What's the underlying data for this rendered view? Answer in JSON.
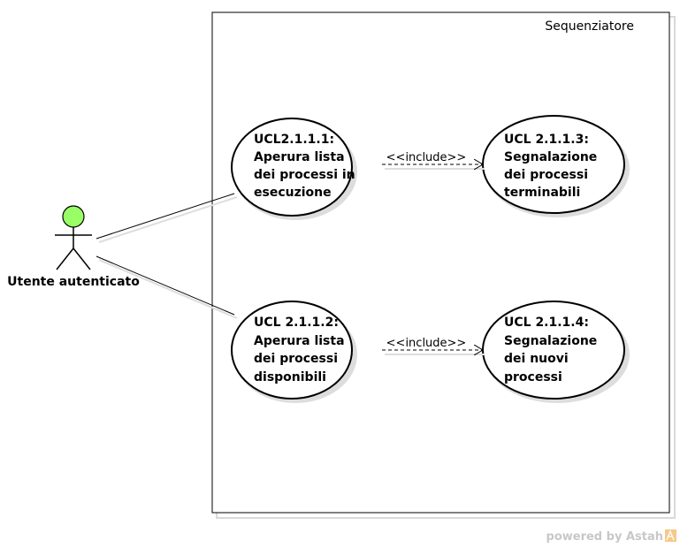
{
  "system": {
    "name": "Sequenziatore"
  },
  "actor": {
    "name": "Utente autenticato",
    "head_color": "#99ff66"
  },
  "use_cases": [
    {
      "id": "uc1",
      "lines": [
        "UCL2.1.1.1:",
        "Aperura lista",
        "dei processi in",
        "esecuzione"
      ]
    },
    {
      "id": "uc2",
      "lines": [
        "UCL 2.1.1.2:",
        "Aperura lista",
        "dei processi",
        "disponibili"
      ]
    },
    {
      "id": "uc3",
      "lines": [
        "UCL 2.1.1.3:",
        "Segnalazione",
        "dei processi",
        "terminabili"
      ]
    },
    {
      "id": "uc4",
      "lines": [
        "UCL 2.1.1.4:",
        "Segnalazione",
        "dei nuovi",
        "processi"
      ]
    }
  ],
  "relations": [
    {
      "label": "<<include>>"
    },
    {
      "label": "<<include>>"
    }
  ],
  "footer": {
    "powered": "powered by Astah"
  }
}
